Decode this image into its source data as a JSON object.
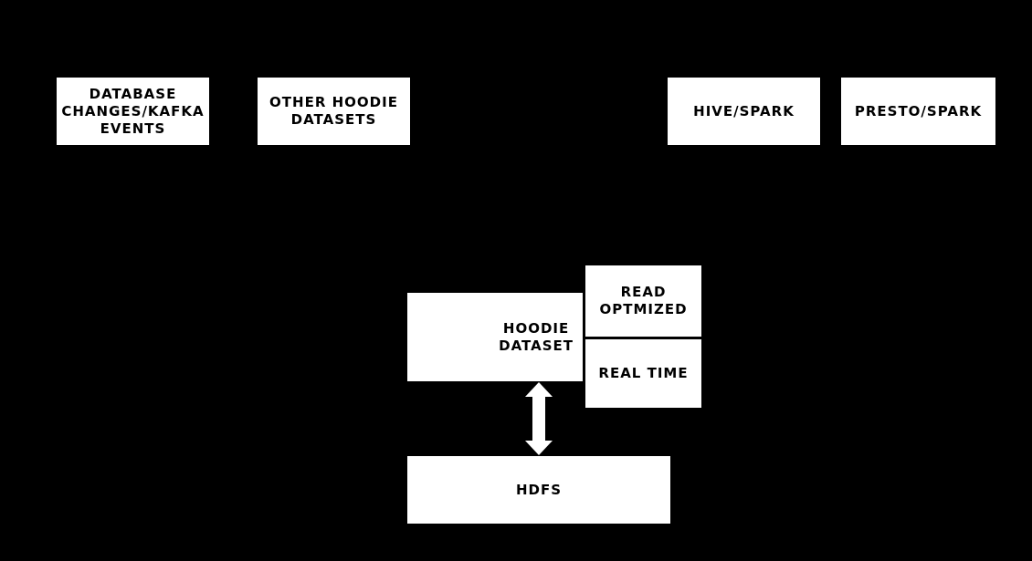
{
  "colors": {
    "background": "#000000",
    "box_fill": "#ffffff",
    "box_text": "#000000",
    "arrow": "#ffffff"
  },
  "nodes": {
    "database_changes_kafka_events": {
      "label": "DATABASE\nCHANGES/KAFKA\nEVENTS"
    },
    "other_hoodie_datasets": {
      "label": "OTHER HOODIE\nDATASETS"
    },
    "hive_spark": {
      "label": "HIVE/SPARK"
    },
    "presto_spark": {
      "label": "PRESTO/SPARK"
    },
    "hoodie_dataset": {
      "label": "HOODIE\nDATASET"
    },
    "read_optmized": {
      "label": "READ\nOPTMIZED"
    },
    "real_time": {
      "label": "REAL TIME"
    },
    "hdfs": {
      "label": "HDFS"
    }
  },
  "connections": [
    {
      "from": "hoodie_dataset",
      "to": "hdfs",
      "type": "bidirectional-vertical-arrow"
    }
  ]
}
